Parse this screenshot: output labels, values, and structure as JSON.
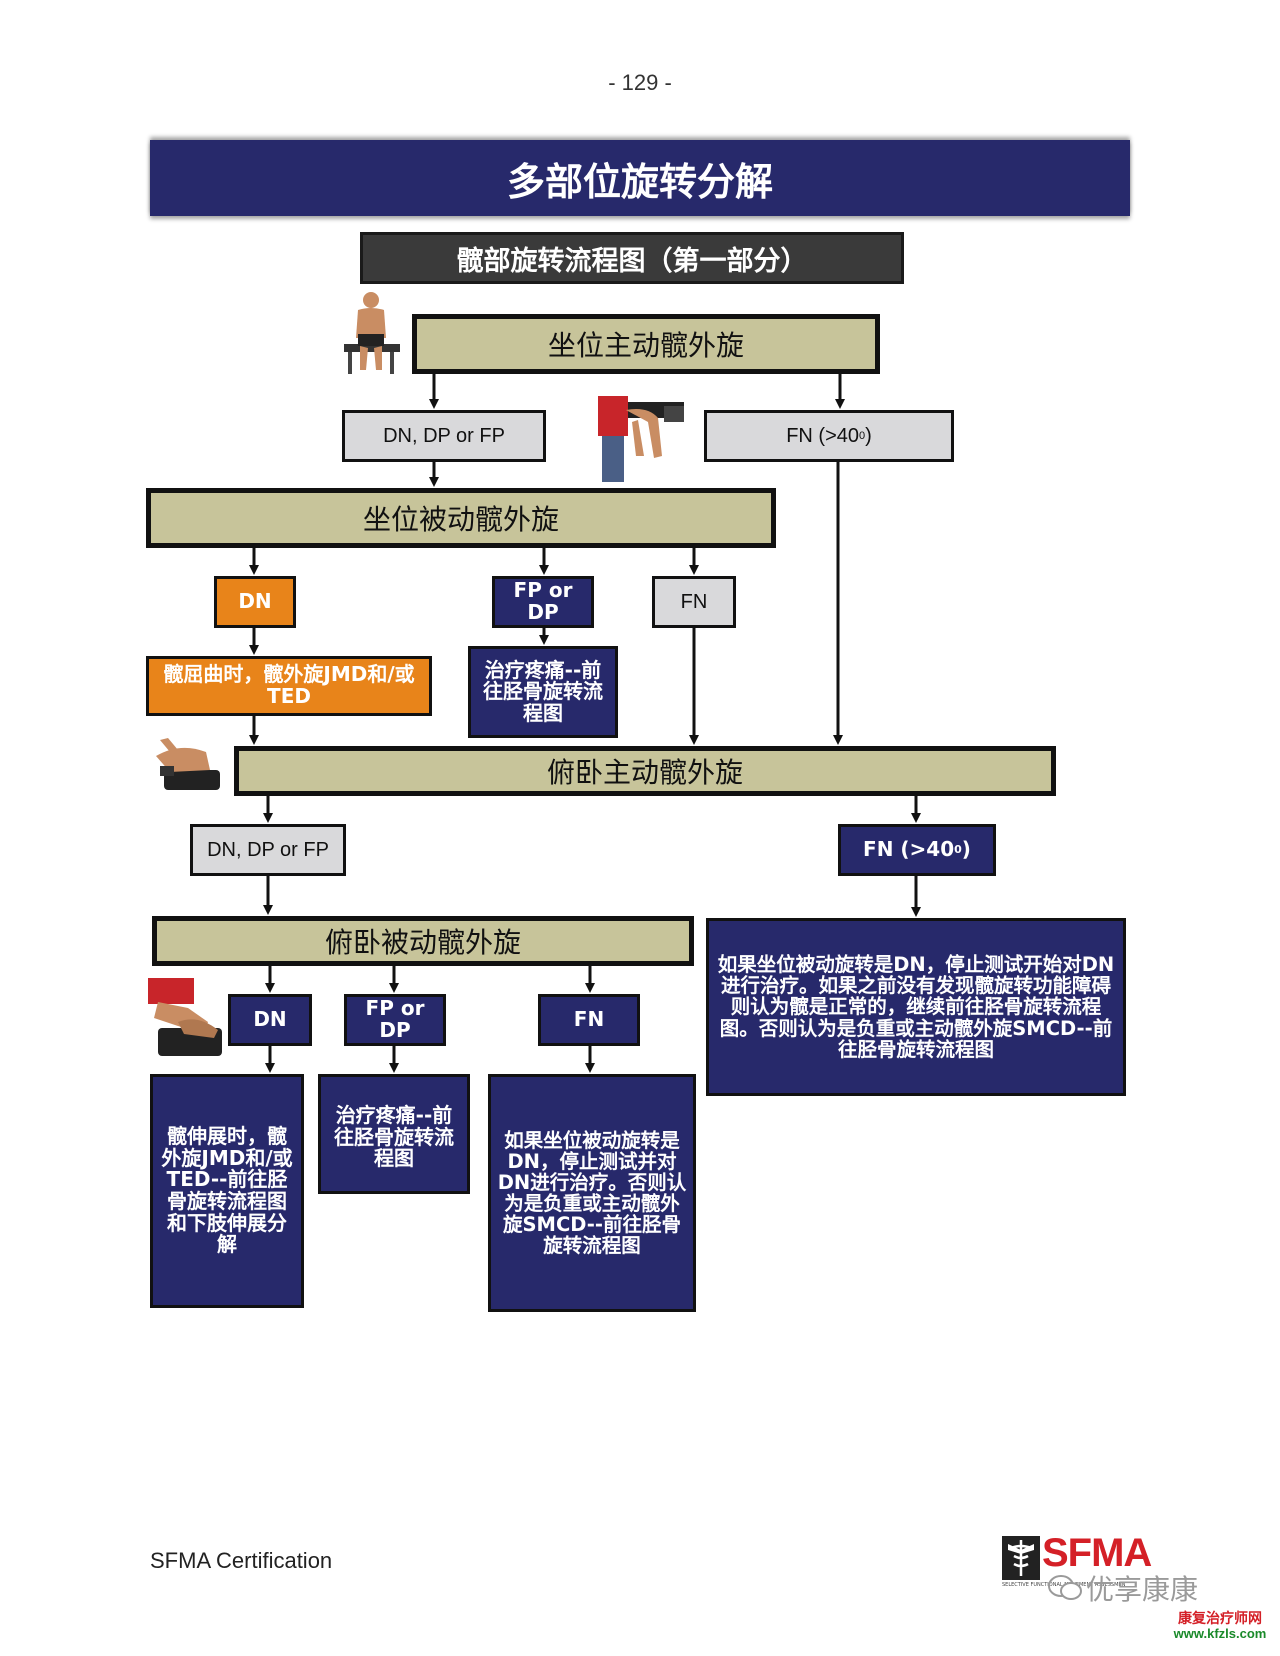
{
  "page_number": "- 129 -",
  "title": "多部位旋转分解",
  "subtitle": "髋部旋转流程图（第一部分）",
  "nodes": {
    "seated_active": "坐位主动髋外旋",
    "dn_dp_fp_1": "DN, DP or FP",
    "fn_gt40_1_prefix": "FN (>40",
    "fn_gt40_1_sup": "0",
    "fn_gt40_1_suffix": ")",
    "seated_passive": "坐位被动髋外旋",
    "dn_1": "DN",
    "fp_dp_1": "FP or DP",
    "fn_1": "FN",
    "hip_flex_jmd": "髋屈曲时，髋外旋JMD和/或TED",
    "treat_pain_1": "治疗疼痛--前往胫骨旋转流程图",
    "prone_active": "俯卧主动髋外旋",
    "dn_dp_fp_2": "DN, DP or FP",
    "fn_gt40_2_prefix": "FN (>40",
    "fn_gt40_2_sup": "0",
    "fn_gt40_2_suffix": ")",
    "prone_passive": "俯卧被动髋外旋",
    "if_seated_dn_long": "如果坐位被动旋转是DN，停止测试开始对DN进行治疗。如果之前没有发现髋旋转功能障碍则认为髋是正常的，继续前往胫骨旋转流程图。否则认为是负重或主动髋外旋SMCD--前往胫骨旋转流程图",
    "dn_2": "DN",
    "fp_dp_2": "FP or DP",
    "fn_2": "FN",
    "hip_ext_jmd": "髋伸展时，髋外旋JMD和/或TED--前往胫骨旋转流程图和下肢伸展分解",
    "treat_pain_2": "治疗疼痛--前往胫骨旋转流程图",
    "if_seated_dn_short": "如果坐位被动旋转是DN，停止测试并对DN进行治疗。否则认为是负重或主动髋外旋SMCD--前往胫骨旋转流程图"
  },
  "footer": {
    "certification": "SFMA Certification",
    "logo_text": "SFMA",
    "logo_tagline": "SELECTIVE FUNCTIONAL MOVEMENT ASSESSMENT",
    "watermark": "优享康康",
    "site_name": "康复治疗师网",
    "site_url": "www.kfzls.com"
  },
  "colors": {
    "navy": "#27296b",
    "olive": "#c7c49a",
    "orange": "#e8841a",
    "grey": "#d9d9db",
    "logo_red": "#d42027"
  }
}
